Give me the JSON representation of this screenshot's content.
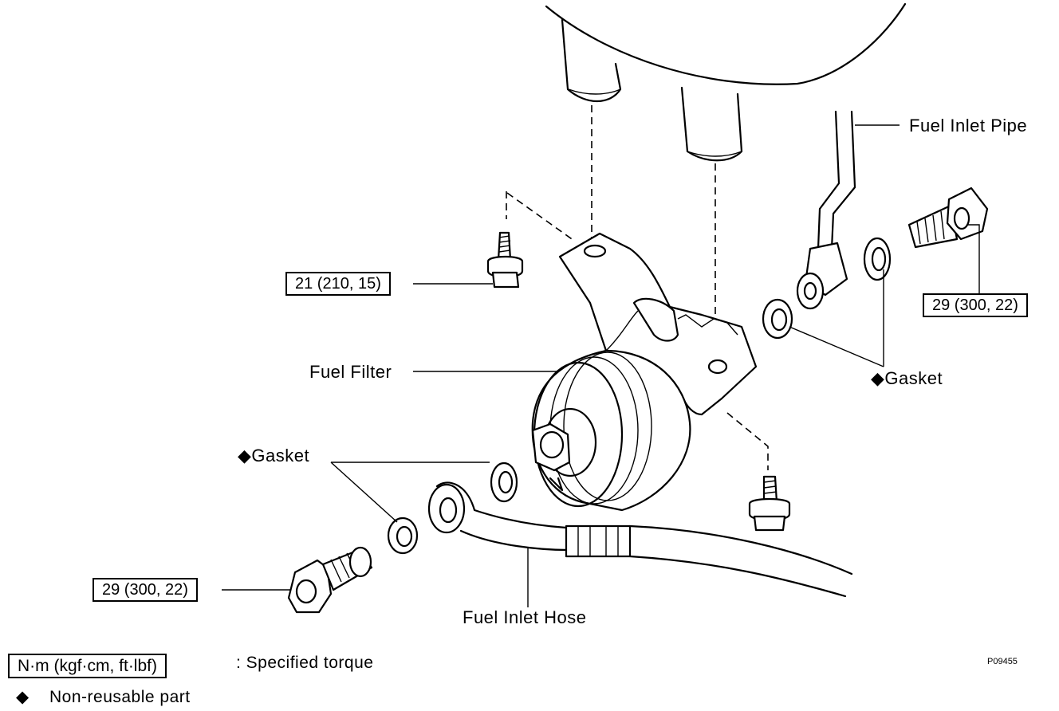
{
  "labels": {
    "fuel_inlet_pipe": "Fuel Inlet Pipe",
    "fuel_filter": "Fuel Filter",
    "gasket_right": "Gasket",
    "gasket_left": "Gasket",
    "fuel_inlet_hose": "Fuel Inlet Hose"
  },
  "torque": {
    "bracket_bolt": "21 (210, 15)",
    "union_bolt_right": "29 (300, 22)",
    "union_bolt_left": "29 (300, 22)"
  },
  "legend": {
    "torque_units": "N·m (kgf·cm, ft·lbf)",
    "torque_desc": ":  Specified torque",
    "nonreusable_symbol": "◆",
    "nonreusable_desc": "Non-reusable part"
  },
  "figure_code": "P09455",
  "symbols": {
    "nonreusable": "◆"
  }
}
